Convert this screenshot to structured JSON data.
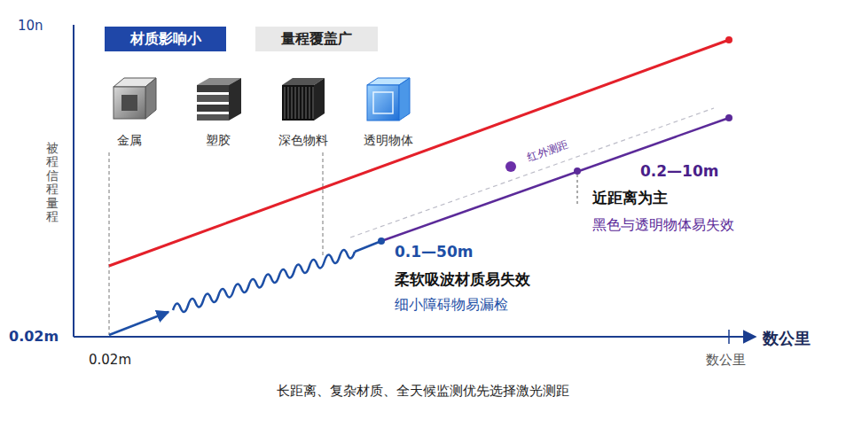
{
  "diagram": {
    "caption": "长距离、复杂材质、全天候监测优先选择激光测距",
    "nodes": [
      {
        "text": [
          "材质影响小"
        ]
      },
      {
        "text": [
          "量程覆盖广"
        ]
      }
    ],
    "labels": [
      "10n",
      "金属",
      "塑胶",
      "深色物料",
      "透明物体",
      "被程信程量程",
      "0.02m",
      "0.02m",
      "数公里",
      "数公里",
      "红外测距",
      "0.2—10m",
      "近距离为主",
      "黑色与透明物体易失效",
      "0.1—50m",
      "柔软吸波材质易失效",
      "细小障碍物易漏检"
    ]
  }
}
